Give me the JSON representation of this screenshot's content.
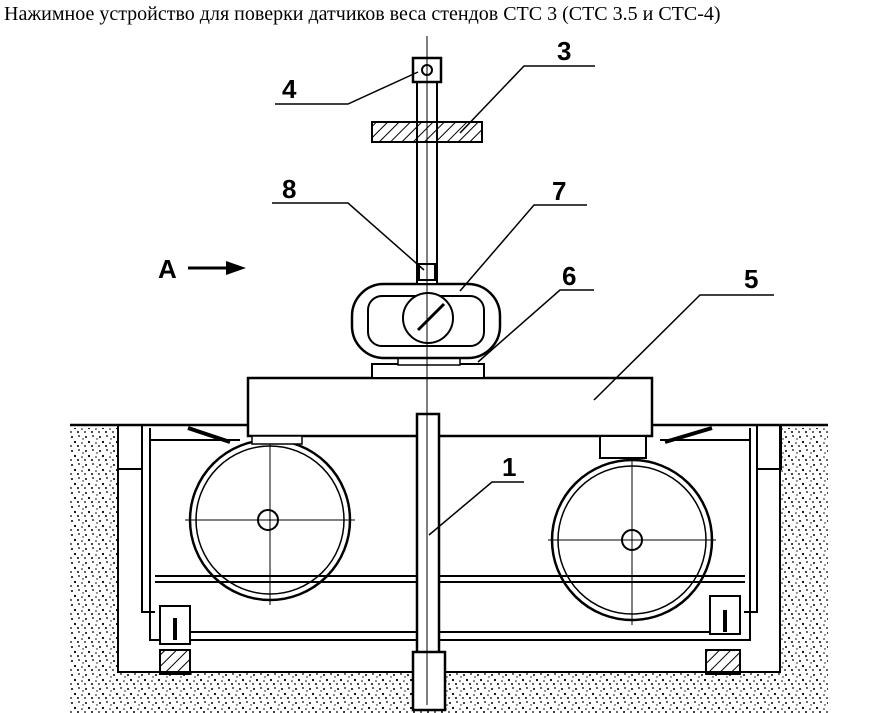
{
  "title": "Нажимное устройство для поверки датчиков веса стендов СТС 3 (СТС 3.5 и СТС-4)",
  "labels": {
    "l1": "1",
    "l3": "3",
    "l4": "4",
    "l5": "5",
    "l6": "6",
    "l7": "7",
    "l8": "8",
    "view": "А"
  }
}
